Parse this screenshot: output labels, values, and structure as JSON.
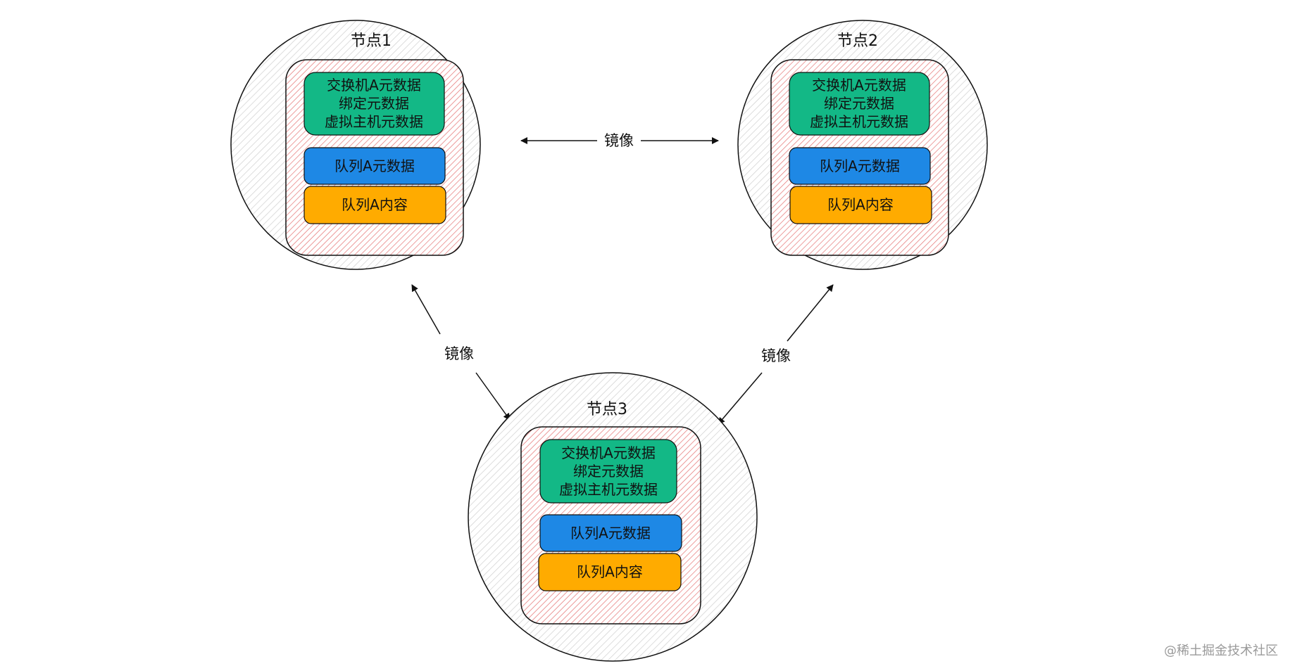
{
  "nodes": [
    {
      "title": "节点1",
      "metadata_lines": [
        "交换机A元数据",
        "绑定元数据",
        "虚拟主机元数据"
      ],
      "queue_meta": "队列A元数据",
      "queue_content": "队列A内容"
    },
    {
      "title": "节点2",
      "metadata_lines": [
        "交换机A元数据",
        "绑定元数据",
        "虚拟主机元数据"
      ],
      "queue_meta": "队列A元数据",
      "queue_content": "队列A内容"
    },
    {
      "title": "节点3",
      "metadata_lines": [
        "交换机A元数据",
        "绑定元数据",
        "虚拟主机元数据"
      ],
      "queue_meta": "队列A元数据",
      "queue_content": "队列A内容"
    }
  ],
  "edges": [
    {
      "from": "节点1",
      "to": "节点2",
      "label": "镜像"
    },
    {
      "from": "节点1",
      "to": "节点3",
      "label": "镜像"
    },
    {
      "from": "节点2",
      "to": "节点3",
      "label": "镜像"
    }
  ],
  "watermark": "@稀土掘金技术社区",
  "colors": {
    "metadata_box": "#13b886",
    "queue_meta_box": "#1e88e5",
    "queue_content_box": "#ffab00",
    "container_hatch": "#e57373",
    "circle_hatch": "#cfcfcf"
  }
}
